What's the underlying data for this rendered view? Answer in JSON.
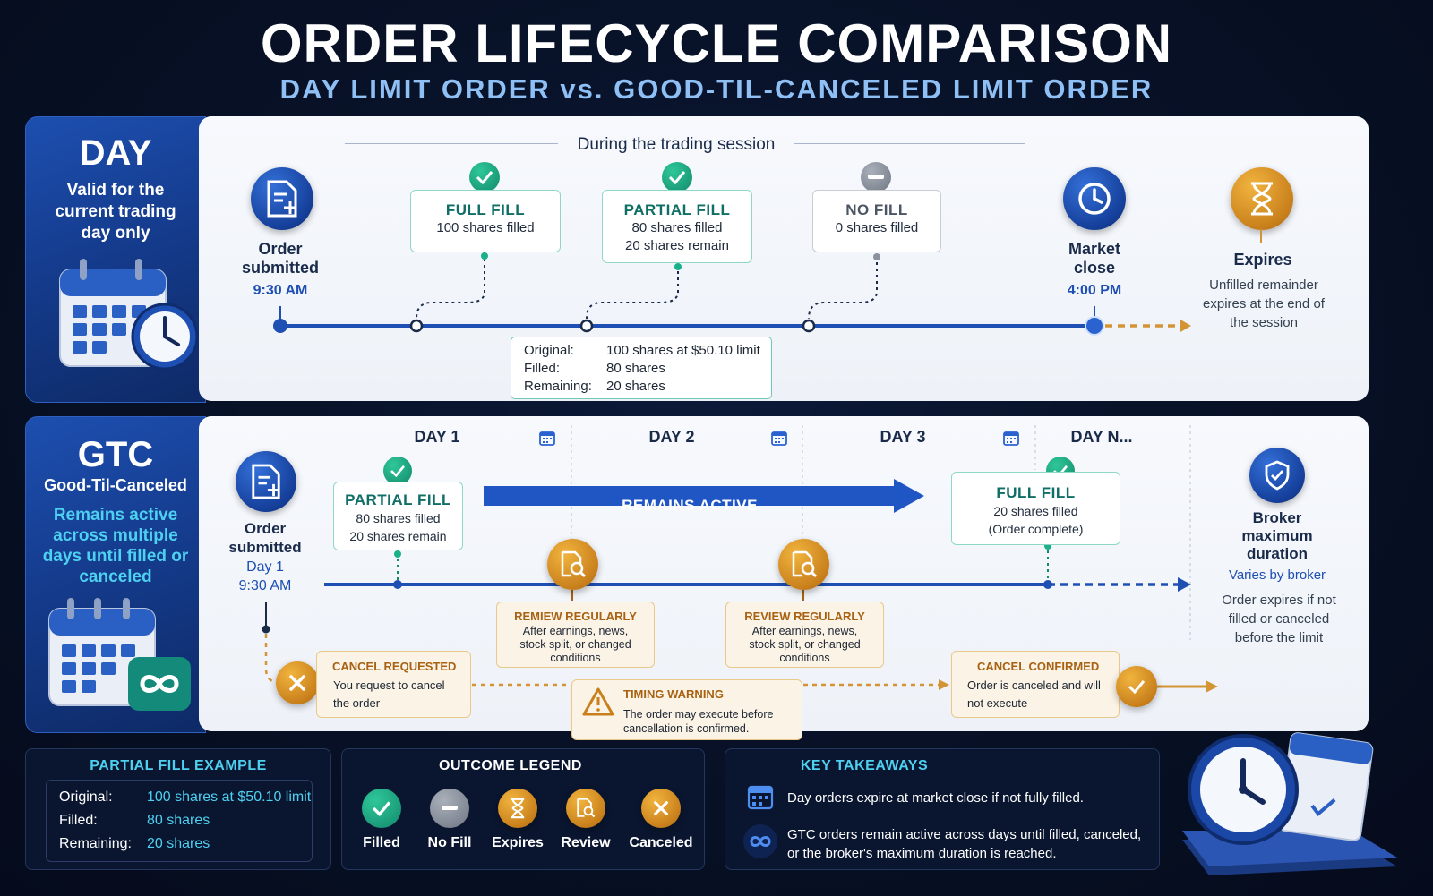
{
  "header": {
    "title": "ORDER LIFECYCLE COMPARISON",
    "subtitle": "DAY LIMIT ORDER vs. GOOD-TIL-CANCELED LIMIT ORDER"
  },
  "day": {
    "side_title": "DAY",
    "side_text": "Valid for the current trading day only",
    "session_label": "During the trading session",
    "order_label": "Order submitted",
    "order_time": "9:30 AM",
    "full_fill": {
      "title": "FULL FILL",
      "line1": "100 shares filled"
    },
    "partial_fill": {
      "title": "PARTIAL FILL",
      "line1": "80 shares filled",
      "line2": "20 shares remain"
    },
    "no_fill": {
      "title": "NO FILL",
      "line1": "0 shares filled"
    },
    "market_close": {
      "label": "Market close",
      "time": "4:00 PM"
    },
    "expires": {
      "title": "Expires",
      "text": "Unfilled remainder expires at the end of the session"
    },
    "detail": {
      "rows": [
        {
          "k": "Original:",
          "v": "100 shares at $50.10 limit"
        },
        {
          "k": "Filled:",
          "v": "80 shares"
        },
        {
          "k": "Remaining:",
          "v": "20 shares"
        }
      ]
    }
  },
  "gtc": {
    "side_title": "GTC",
    "side_subtitle": "Good-Til-Canceled",
    "side_text": "Remains active across multiple days until filled or canceled",
    "days": [
      "DAY 1",
      "DAY 2",
      "DAY 3",
      "DAY N..."
    ],
    "order_label": "Order submitted",
    "order_day": "Day 1",
    "order_time": "9:30 AM",
    "partial_fill": {
      "title": "PARTIAL FILL",
      "line1": "80 shares filled",
      "line2": "20 shares remain"
    },
    "remains_active": "REMAINS ACTIVE",
    "full_fill": {
      "title": "FULL FILL",
      "line1": "20 shares filled",
      "line2": "(Order complete)"
    },
    "review1": {
      "title": "REMIEW REGULARLY",
      "text": "After earnings, news, stock split, or changed conditions"
    },
    "review2": {
      "title": "REVIEW REGULARLY",
      "text": "After earnings, news, stock split, or changed conditions"
    },
    "broker": {
      "title": "Broker maximum duration",
      "sub": "Varies by broker",
      "text": "Order expires if not filled or canceled before the limit"
    },
    "cancel_requested": {
      "title": "CANCEL REQUESTED",
      "text": "You request to cancel the order"
    },
    "timing_warning": {
      "title": "TIMING WARNING",
      "text": "The order may execute before cancellation is confirmed."
    },
    "cancel_confirmed": {
      "title": "CANCEL CONFIRMED",
      "text": "Order is canceled and will not execute"
    }
  },
  "partial_example": {
    "title": "PARTIAL FILL EXAMPLE",
    "rows": [
      {
        "k": "Original:",
        "v": "100 shares at $50.10 limit"
      },
      {
        "k": "Filled:",
        "v": "80 shares"
      },
      {
        "k": "Remaining:",
        "v": "20 shares"
      }
    ]
  },
  "legend": {
    "title": "OUTCOME LEGEND",
    "items": [
      "Filled",
      "No Fill",
      "Expires",
      "Review",
      "Canceled"
    ]
  },
  "takeaways": {
    "title": "KEY TAKEAWAYS",
    "items": [
      "Day orders expire at market close if not fully filled.",
      "GTC orders remain active across days until filled, canceled, or the broker's maximum duration is reached."
    ]
  },
  "colors": {
    "navy": "#143a8a",
    "accent_blue": "#1e4fb3",
    "teal": "#12896a",
    "gold": "#c9801c",
    "cyan": "#4ed0f0"
  }
}
